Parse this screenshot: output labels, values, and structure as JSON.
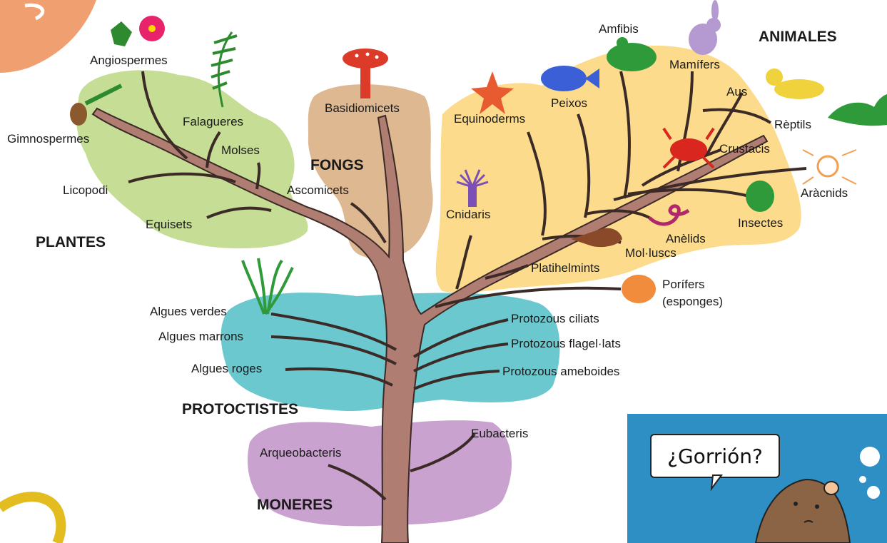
{
  "groups": {
    "plantes": "PLANTES",
    "fongs": "FONGS",
    "animales": "ANIMALES",
    "protoctistes": "PROTOCTISTES",
    "moneres": "MONERES"
  },
  "labels": {
    "angiospermes": "Angiospermes",
    "falagueres": "Falagueres",
    "gimnospermes": "Gimnospermes",
    "molses": "Molses",
    "licopodi": "Licopodi",
    "equisets": "Equisets",
    "basidiomicets": "Basidiomicets",
    "ascomicets": "Ascomicets",
    "amfibis": "Amfibis",
    "mamifers": "Mamífers",
    "peixos": "Peixos",
    "aus": "Aus",
    "equinoderms": "Equinoderms",
    "reptils": "Rèptils",
    "crustacis": "Crustacis",
    "aracnids": "Aràcnids",
    "cnidaris": "Cnidaris",
    "insectes": "Insectes",
    "anelids": "Anèlids",
    "molluscs": "Mol·luscs",
    "platihelmints": "Platihelmints",
    "porifers": "Porífers",
    "esponges": "(esponges)",
    "algues_verdes": "Algues verdes",
    "algues_marrons": "Algues marrons",
    "algues_roges": "Algues roges",
    "protozous_ciliats": "Protozous ciliats",
    "protozous_flagelats": "Protozous flagel·lats",
    "protozous_ameboides": "Protozous ameboides",
    "arqueobacteris": "Arqueobacteris",
    "eubacteris": "Eubacteris"
  },
  "comic": {
    "speech": "¿Gorrión?"
  },
  "colors": {
    "plantes_region": "#c5dd95",
    "fongs_region": "#ddb891",
    "animales_region": "#fcdc8c",
    "protoctistes_region": "#6cc8cf",
    "moneres_region": "#c9a2cf",
    "trunk": "#b07d72",
    "trunk_outline": "#3b2a26",
    "corner_orange": "#f0a070",
    "corner_yellow": "#e8c020",
    "comic_bg": "#2e8fc4"
  }
}
